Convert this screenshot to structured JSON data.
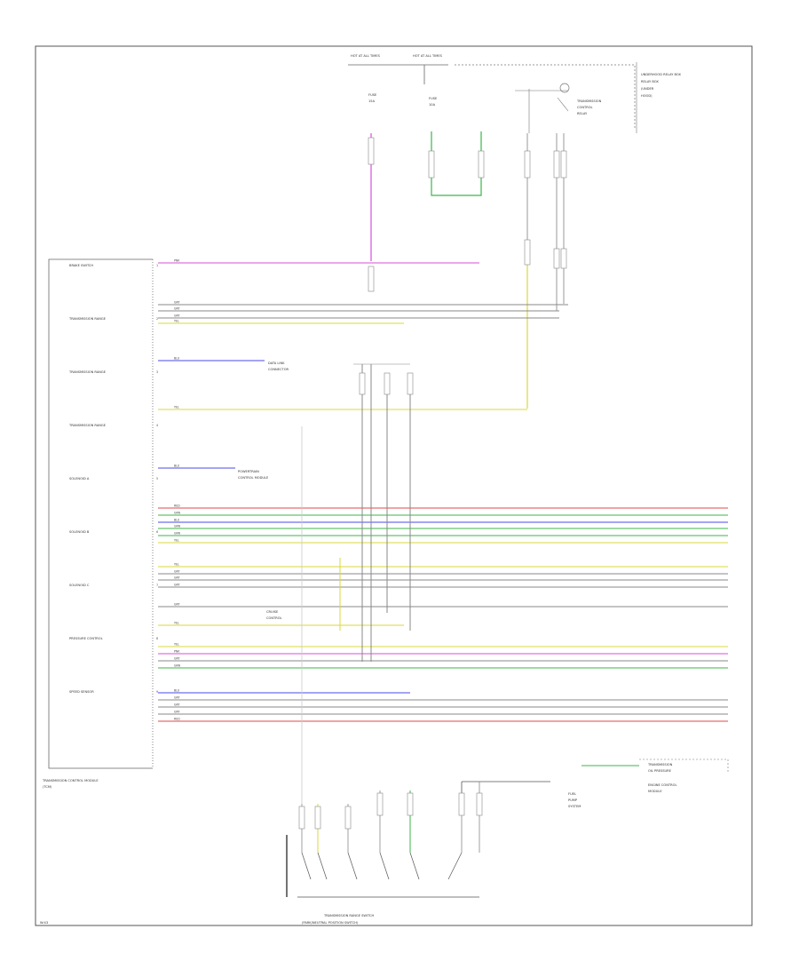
{
  "header": {
    "hot_at_all_times_1": "HOT AT ALL TIMES",
    "hot_at_all_times_2": "HOT AT ALL TIMES",
    "underhood_box": "UNDERHOOD RELAY BOX"
  },
  "module": {
    "name": "TRANSMISSION CONTROL MODULE"
  },
  "module_pins": [
    {
      "label": "BRAKE SWITCH",
      "num": "1"
    },
    {
      "label": "TRANSMISSION RANGE",
      "num": "2"
    },
    {
      "label": "TRANSMISSION RANGE",
      "num": "3"
    },
    {
      "label": "TRANSMISSION RANGE",
      "num": "4"
    },
    {
      "label": "SOLENOID A",
      "num": "5"
    },
    {
      "label": "SOLENOID B",
      "num": "6"
    },
    {
      "label": "SOLENOID C",
      "num": "7"
    },
    {
      "label": "PRESSURE CONTROL",
      "num": "8"
    },
    {
      "label": "SPEED SENSOR",
      "num": "9"
    }
  ],
  "wires": [
    {
      "color": "#e04848",
      "code": "RED"
    },
    {
      "color": "#3cb64a",
      "code": "GRN"
    },
    {
      "color": "#4848e8",
      "code": "BLU"
    },
    {
      "color": "#d8d83c",
      "code": "YEL"
    },
    {
      "color": "#d84fd8",
      "code": "PNK"
    },
    {
      "color": "#888888",
      "code": "GRY"
    }
  ],
  "footer": {
    "switch_label": "TRANSMISSION RANGE SWITCH"
  }
}
